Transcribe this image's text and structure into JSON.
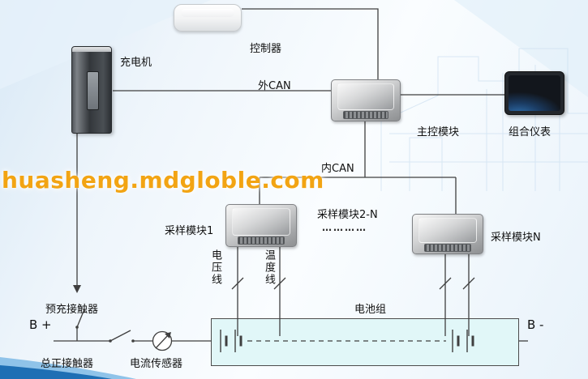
{
  "watermark": {
    "text": "huasheng.mdgloble.com"
  },
  "nodes": {
    "controller": "控制器",
    "charger": "充电机",
    "main_module": "主控模块",
    "instrument_cluster": "组合仪表",
    "sampling_module_1": "采样模块1",
    "sampling_module_2n": "采样模块2-N",
    "sampling_module_2n_dots": "…………",
    "sampling_module_n": "采样模块N"
  },
  "buses": {
    "external_can": "外CAN",
    "internal_can": "内CAN"
  },
  "wire_labels": {
    "voltage": "电压线",
    "temperature": "温度线"
  },
  "battery": {
    "pack": "电池组",
    "positive": "B +",
    "negative": "B -"
  },
  "components": {
    "precharge_contactor": "预充接触器",
    "main_positive_contactor": "总正接触器",
    "current_sensor": "电流传感器"
  },
  "colors": {
    "watermark": "#f2a413",
    "wire": "#3f3f3f",
    "battery_fill": "#e1f7f8",
    "wave_dark": "#1e6fb4",
    "wave_light": "#8fc3e9"
  }
}
